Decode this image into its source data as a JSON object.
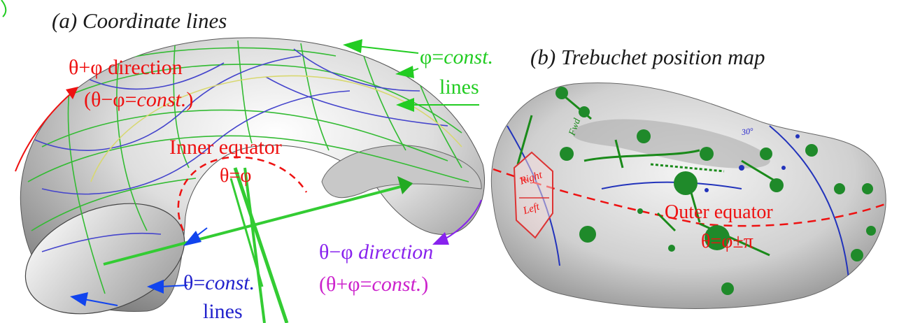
{
  "panel_a": {
    "title": "(a) Coordinate lines",
    "theta_plus_phi_direction": "θ+φ direction",
    "theta_minus_phi_const": {
      "sym": "(θ−φ=",
      "italic": "const.",
      "tail": ")"
    },
    "phi_const_lines": {
      "sym": "φ=",
      "italic": "const.",
      "second": "lines"
    },
    "inner_equator": "Inner equator",
    "inner_equator_eq": "θ=φ",
    "theta_minus_phi_direction": {
      "sym": "θ−φ ",
      "italic": "direction"
    },
    "theta_plus_phi_const": {
      "sym": "(θ+φ=",
      "italic": "const.",
      "tail": ")"
    },
    "theta_const_lines": {
      "sym": "θ=",
      "italic": "const.",
      "second": "lines"
    }
  },
  "panel_b": {
    "title": "(b) Trebuchet position map",
    "outer_equator": "Outer equator",
    "outer_equator_eq": "θ=φ±π",
    "label_right": "Right",
    "label_left": "Left",
    "label_fwd": "Fwd",
    "label_30": "30°"
  },
  "colors": {
    "red": "#ee1111",
    "green": "#22cc22",
    "blue": "#2222cc",
    "violet": "#8822ee",
    "magenta": "#cc22cc",
    "surface": "#d8d8d8"
  }
}
